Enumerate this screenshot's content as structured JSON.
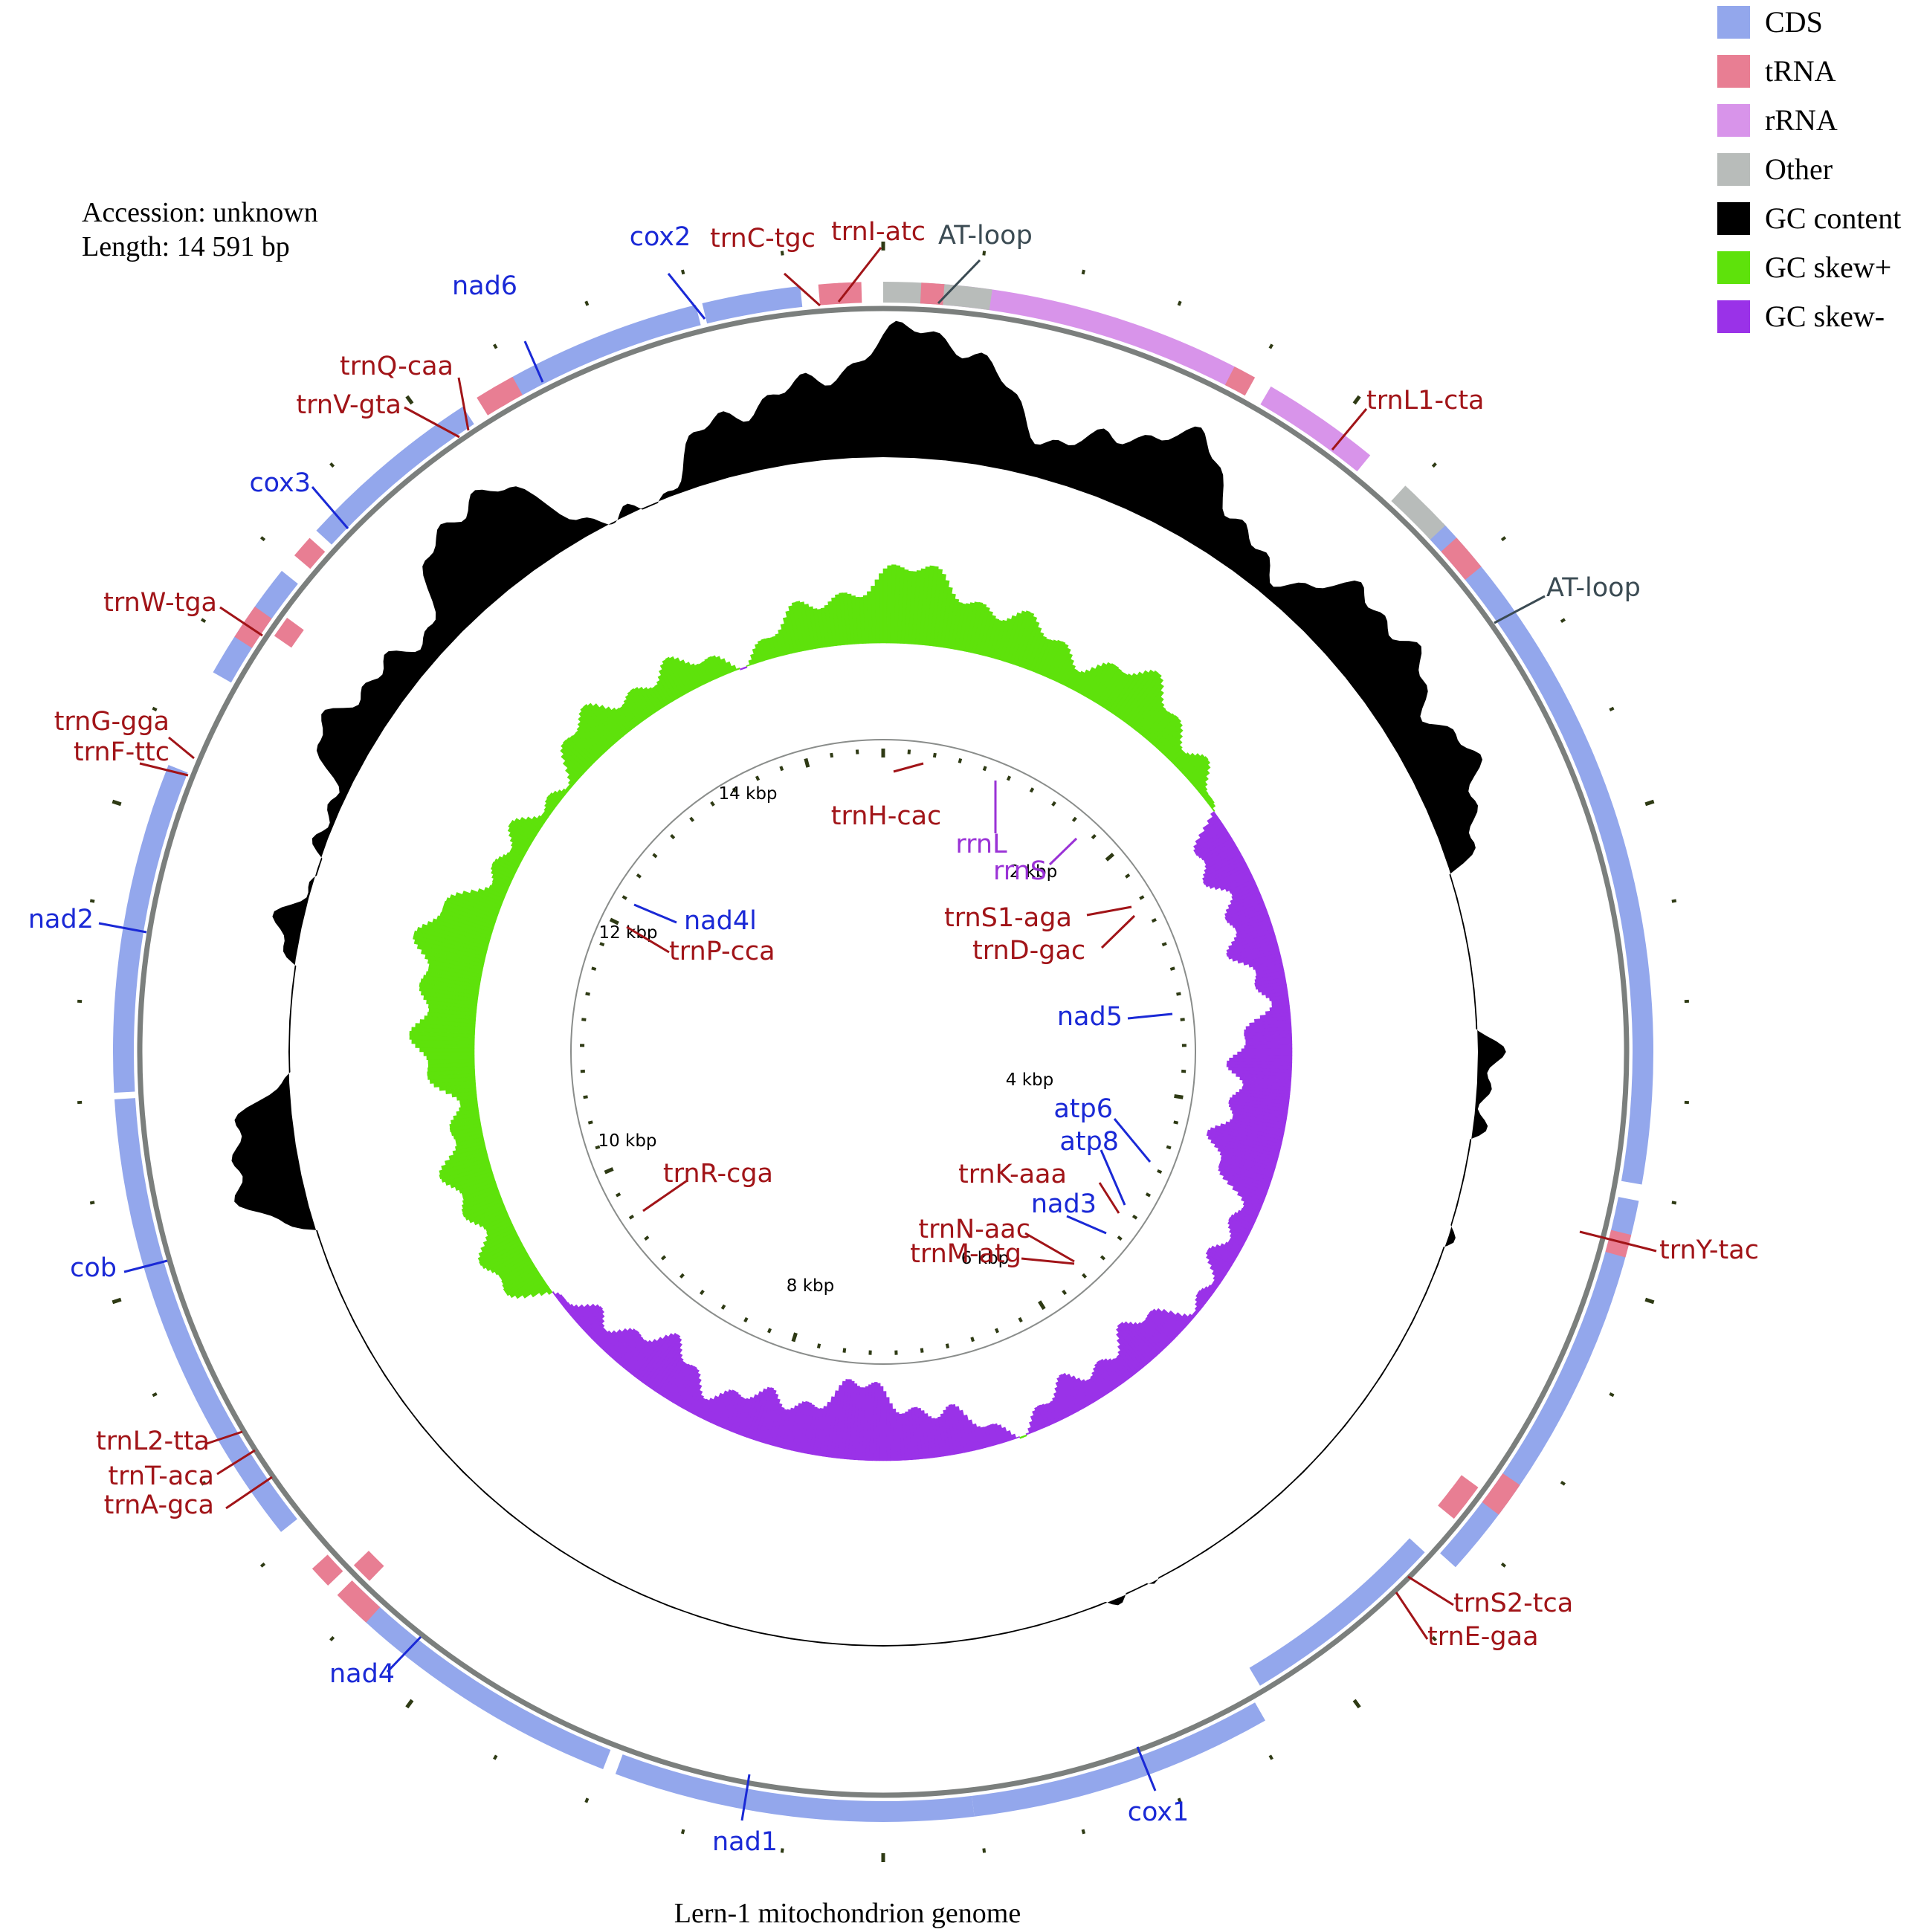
{
  "accession_label": "Accession",
  "accession_value": "unknown",
  "length_label": "Length",
  "length_value": "14 591 bp",
  "title": "Lern-1 mitochondrion genome",
  "genome_length": 14591,
  "colors": {
    "CDS": "#93a7ec",
    "tRNA": "#e87e93",
    "rRNA": "#d894ea",
    "Other": "#b8bcba",
    "gc_content": "#000000",
    "gc_skew_pos": "#5ee20b",
    "gc_skew_neg": "#9a32e8",
    "label_cds": "#1a29d6",
    "label_trna": "#a11418",
    "label_rrna": "#9a32d6",
    "label_other": "#3b4b53"
  },
  "legend": [
    {
      "label": "CDS",
      "color_key": "CDS"
    },
    {
      "label": "tRNA",
      "color_key": "tRNA"
    },
    {
      "label": "rRNA",
      "color_key": "rRNA"
    },
    {
      "label": "Other",
      "color_key": "Other"
    },
    {
      "label": "GC content",
      "color_key": "gc_content"
    },
    {
      "label": "GC skew+",
      "color_key": "gc_skew_pos"
    },
    {
      "label": "GC skew-",
      "color_key": "gc_skew_neg"
    }
  ],
  "tick_labels": [
    "2 kbp",
    "4 kbp",
    "6 kbp",
    "8 kbp",
    "10 kbp",
    "12 kbp",
    "14 kbp"
  ],
  "features": [
    {
      "name": "AT-loop",
      "type": "Other",
      "start": 0,
      "end": 500
    },
    {
      "name": "trnL1-cta",
      "type": "tRNA",
      "start": 1130,
      "end": 1195
    },
    {
      "name": "AT-loop",
      "type": "Other",
      "start": 1640,
      "end": 1960
    },
    {
      "name": "trnY-tac",
      "type": "tRNA",
      "start": 4200,
      "end": 4265
    },
    {
      "name": "trnS2-tca",
      "type": "tRNA",
      "start": 5040,
      "end": 5105
    },
    {
      "name": "trnE-gaa",
      "type": "tRNA",
      "start": 5110,
      "end": 5175
    },
    {
      "name": "trnL2-tta",
      "type": "tRNA",
      "start": 9030,
      "end": 9095
    },
    {
      "name": "trnT-aca",
      "type": "tRNA",
      "start": 9140,
      "end": 9205
    },
    {
      "name": "trnA-gca",
      "type": "tRNA",
      "start": 9060,
      "end": 9125
    },
    {
      "name": "trnW-tga",
      "type": "tRNA",
      "start": 12570,
      "end": 12635
    },
    {
      "name": "trnV-gta",
      "type": "tRNA",
      "start": 13290,
      "end": 13355
    },
    {
      "name": "trnQ-caa",
      "type": "tRNA",
      "start": 13360,
      "end": 13425
    },
    {
      "name": "trnC-tgc",
      "type": "tRNA",
      "start": 14360,
      "end": 14425
    },
    {
      "name": "trnI-atc",
      "type": "tRNA",
      "start": 14430,
      "end": 14495
    },
    {
      "name": "trnH-cac",
      "type": "tRNA",
      "start": 14520,
      "end": 14560
    },
    {
      "name": "rrnL",
      "type": "rRNA",
      "start": 185,
      "end": 1150
    },
    {
      "name": "rrnS",
      "type": "rRNA",
      "start": 1330,
      "end": 1620
    },
    {
      "name": "trnS1-aga",
      "type": "tRNA",
      "start": 2030,
      "end": 2095
    },
    {
      "name": "trnD-gac",
      "type": "tRNA",
      "start": 2100,
      "end": 2165
    },
    {
      "name": "nad5",
      "type": "CDS",
      "start": 2170,
      "end": 3800
    },
    {
      "name": "atp6",
      "type": "CDS",
      "start": 3900,
      "end": 4150
    },
    {
      "name": "trnF-ttc",
      "type": "tRNA",
      "start": 12200,
      "end": 12265
    },
    {
      "name": "trnG-gga",
      "type": "tRNA",
      "start": 12135,
      "end": 12195
    },
    {
      "name": "trnP-cca",
      "type": "tRNA",
      "start": 12000,
      "end": 12065
    },
    {
      "name": "trnK-aaa",
      "type": "tRNA",
      "start": 4960,
      "end": 5025
    }
  ],
  "labels": [
    {
      "text": "AT-loop",
      "kind": "Other"
    },
    {
      "text": "trnL1-cta",
      "kind": "tRNA"
    },
    {
      "text": "AT-loop",
      "kind": "Other"
    },
    {
      "text": "trnY-tac",
      "kind": "tRNA"
    },
    {
      "text": "trnS2-tca",
      "kind": "tRNA"
    },
    {
      "text": "trnE-gaa",
      "kind": "tRNA"
    },
    {
      "text": "cox1",
      "kind": "CDS"
    },
    {
      "text": "nad1",
      "kind": "CDS"
    },
    {
      "text": "nad4",
      "kind": "CDS"
    },
    {
      "text": "trnA-gca",
      "kind": "tRNA"
    },
    {
      "text": "trnT-aca",
      "kind": "tRNA"
    },
    {
      "text": "trnL2-tta",
      "kind": "tRNA"
    },
    {
      "text": "cob",
      "kind": "CDS"
    },
    {
      "text": "nad2",
      "kind": "CDS"
    },
    {
      "text": "trnF-ttc",
      "kind": "tRNA"
    },
    {
      "text": "trnG-gga",
      "kind": "tRNA"
    },
    {
      "text": "trnW-tga",
      "kind": "tRNA"
    },
    {
      "text": "cox3",
      "kind": "CDS"
    },
    {
      "text": "trnV-gta",
      "kind": "tRNA"
    },
    {
      "text": "trnQ-caa",
      "kind": "tRNA"
    },
    {
      "text": "nad6",
      "kind": "CDS"
    },
    {
      "text": "cox2",
      "kind": "CDS"
    },
    {
      "text": "trnC-tgc",
      "kind": "tRNA"
    },
    {
      "text": "trnI-atc",
      "kind": "tRNA"
    },
    {
      "text": "trnH-cac",
      "kind": "tRNA"
    },
    {
      "text": "rrnL",
      "kind": "rRNA"
    },
    {
      "text": "rrnS",
      "kind": "rRNA"
    },
    {
      "text": "trnS1-aga",
      "kind": "tRNA"
    },
    {
      "text": "trnD-gac",
      "kind": "tRNA"
    },
    {
      "text": "nad4l",
      "kind": "CDS"
    },
    {
      "text": "trnP-cca",
      "kind": "tRNA"
    },
    {
      "text": "nad5",
      "kind": "CDS"
    },
    {
      "text": "atp6",
      "kind": "CDS"
    },
    {
      "text": "atp8",
      "kind": "CDS"
    },
    {
      "text": "trnK-aaa",
      "kind": "tRNA"
    },
    {
      "text": "nad3",
      "kind": "CDS"
    },
    {
      "text": "trnN-aac",
      "kind": "tRNA"
    },
    {
      "text": "trnM-atg",
      "kind": "tRNA"
    },
    {
      "text": "trnR-cga",
      "kind": "tRNA"
    }
  ]
}
